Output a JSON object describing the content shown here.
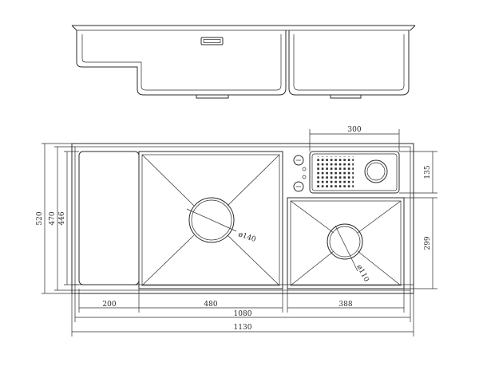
{
  "dimensions": {
    "width_300": "300",
    "height_135": "135",
    "height_299": "299",
    "height_520": "520",
    "height_470": "470",
    "height_446": "446",
    "width_200": "200",
    "width_480": "480",
    "width_388": "388",
    "width_1080": "1080",
    "width_1130": "1130"
  },
  "drain_labels": {
    "large": "ø140",
    "small": "ø110"
  }
}
